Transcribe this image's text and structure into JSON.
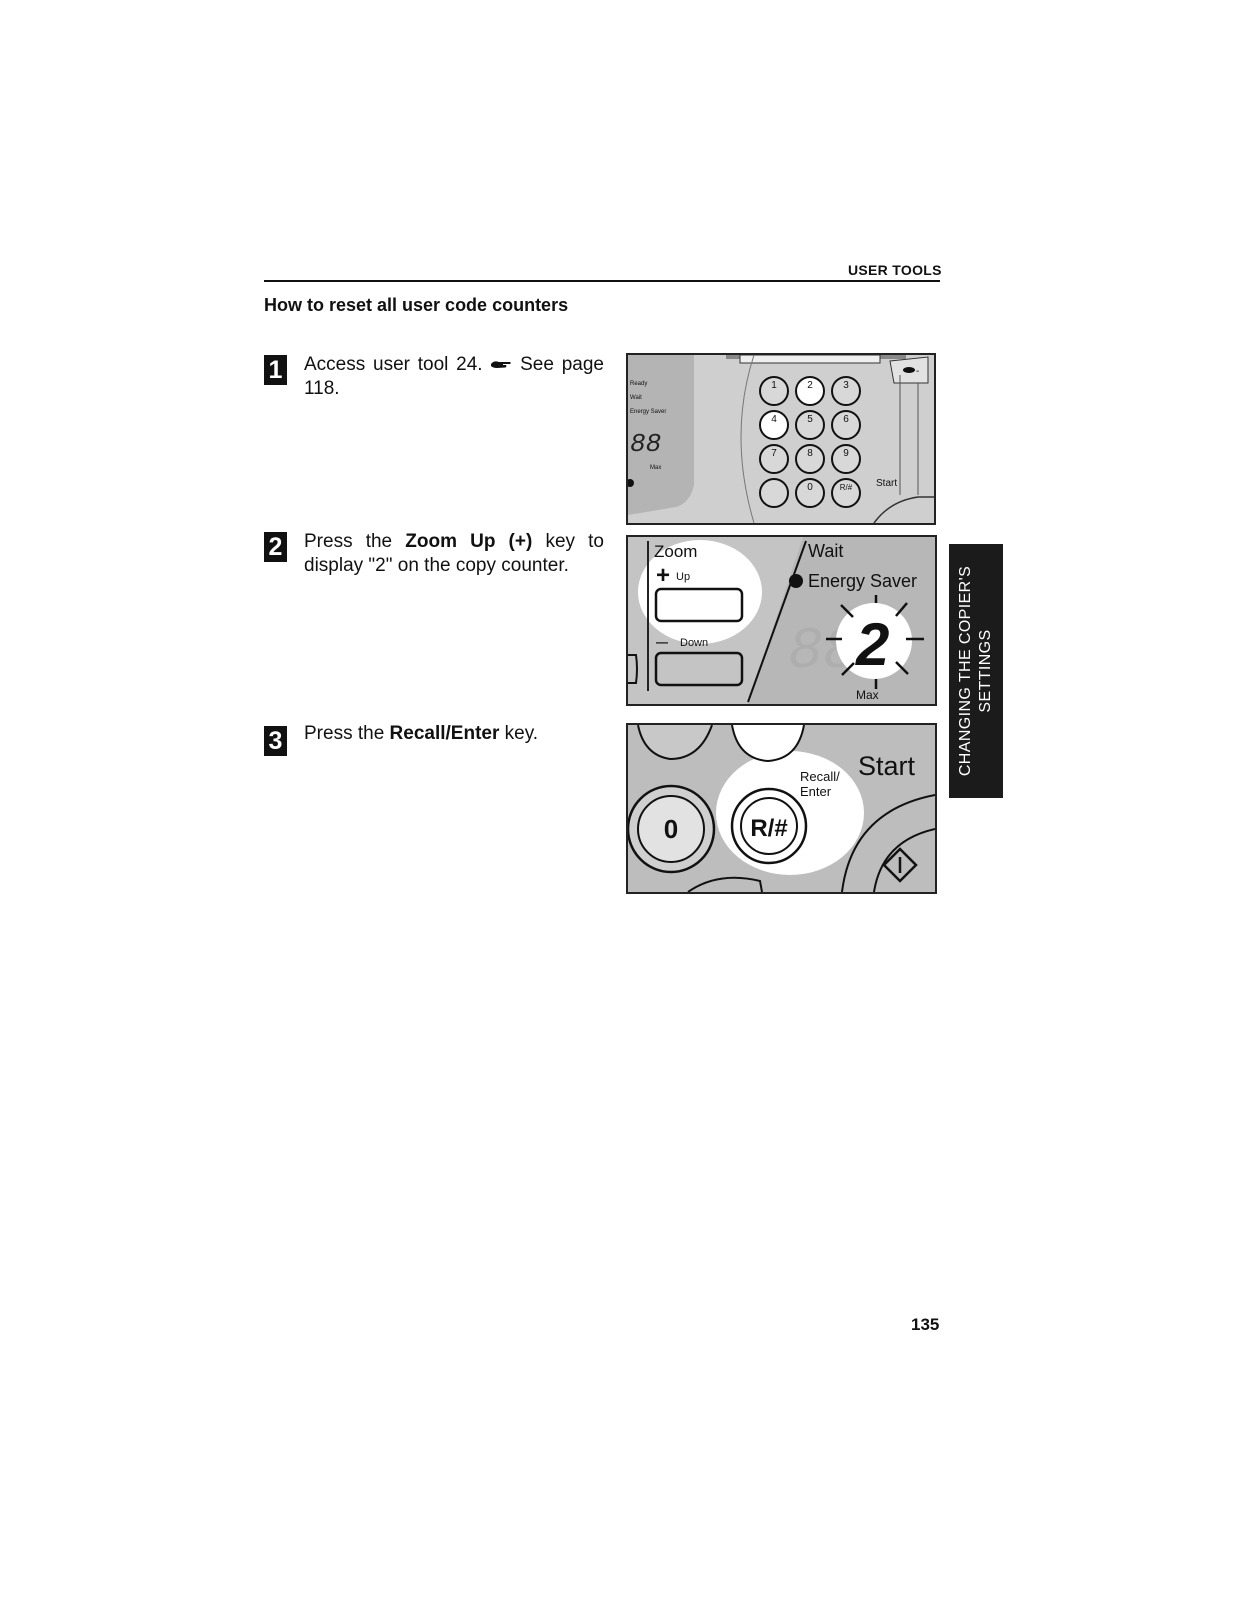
{
  "header": {
    "section": "USER TOOLS"
  },
  "title": "How to reset all user code counters",
  "steps": [
    {
      "number": "1",
      "text_before": "Access user tool 24. ",
      "pointer_icon": "hand-pointer-icon",
      "text_after": " See page 118."
    },
    {
      "number": "2",
      "text_before": "Press the ",
      "key": "Zoom Up (+)",
      "text_after": " key to display \"2\" on the copy counter."
    },
    {
      "number": "3",
      "text_before": "Press the ",
      "key": "Recall/Enter",
      "text_after": " key."
    }
  ],
  "figure1": {
    "keys": [
      "1",
      "2",
      "3",
      "4",
      "5",
      "6",
      "7",
      "8",
      "9",
      "",
      "0",
      "R/#"
    ],
    "display": "88",
    "status_labels": [
      "Ready",
      "Wait",
      "Energy Saver"
    ],
    "small_label": "Max",
    "start_label": "Start"
  },
  "figure2": {
    "zoom_label": "Zoom",
    "up_sign": "+",
    "up_label": "Up",
    "down_sign": "—",
    "down_label": "Down",
    "wait_label": "Wait",
    "energy_label": "Energy Saver",
    "counter_digit": "2",
    "max_label": "Max"
  },
  "figure3": {
    "zero_key": "0",
    "recall_key": "R/#",
    "recall_label_1": "Recall/",
    "recall_label_2": "Enter",
    "start_label": "Start"
  },
  "side_tab": {
    "line1": "CHANGING THE COPIER'S",
    "line2": "SETTINGS"
  },
  "page_number": "135"
}
